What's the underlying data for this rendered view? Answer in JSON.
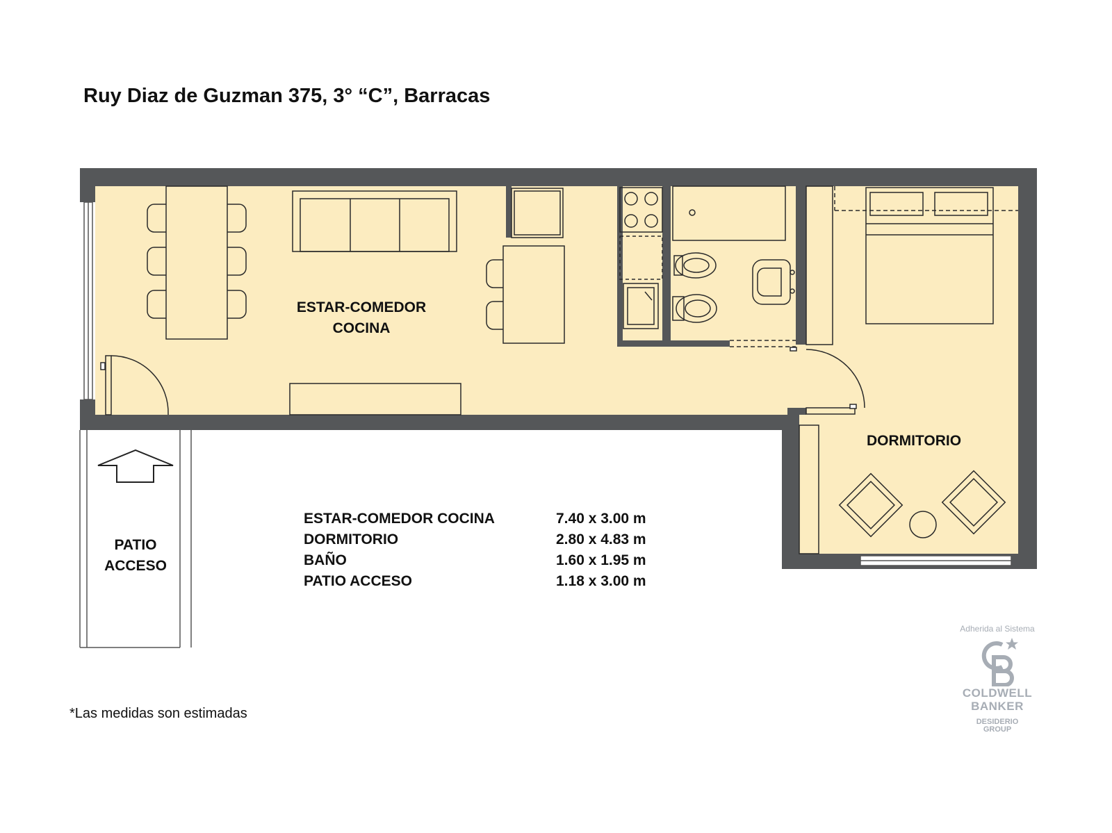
{
  "title": "Ruy Diaz de Guzman 375, 3° “C”, Barracas",
  "rooms": {
    "estar_line1": "ESTAR-COMEDOR",
    "estar_line2": "COCINA",
    "dormitorio": "DORMITORIO",
    "patio_line1": "PATIO",
    "patio_line2": "ACCESO"
  },
  "measures": [
    {
      "name": "ESTAR-COMEDOR COCINA",
      "value": "7.40 x 3.00 m"
    },
    {
      "name": "DORMITORIO",
      "value": "2.80 x 4.83 m"
    },
    {
      "name": "BAÑO",
      "value": "1.60 x 1.95 m"
    },
    {
      "name": "PATIO ACCESO",
      "value": "1.18 x 3.00 m"
    }
  ],
  "note": "*Las medidas son estimadas",
  "logo": {
    "adherida": "Adherida al Sistema",
    "brand_line1": "COLDWELL",
    "brand_line2": "BANKER",
    "group_line1": "DESIDERIO",
    "group_line2": "GROUP"
  },
  "colors": {
    "floor": "#fcecc0",
    "wall": "#555759",
    "line": "#2a2a2a",
    "logo": "#a7adb5"
  }
}
